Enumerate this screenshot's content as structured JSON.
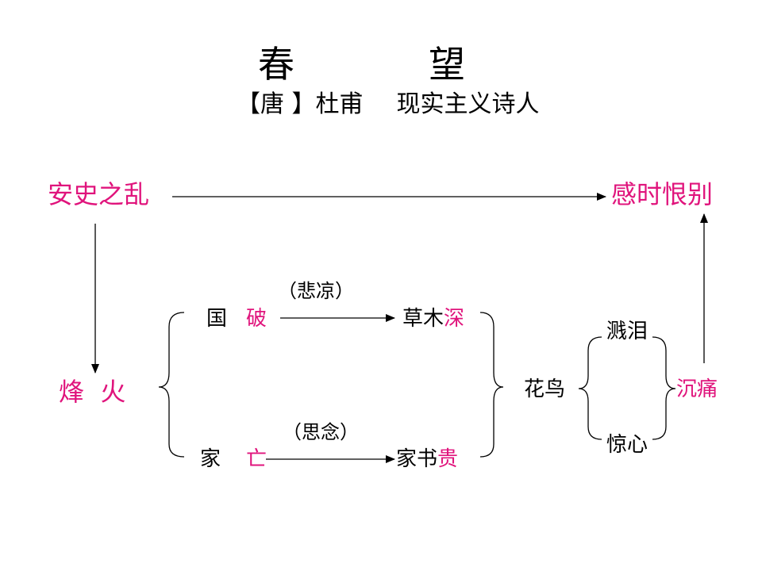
{
  "title": {
    "char1": "春",
    "char2": "望"
  },
  "subtitle": {
    "dynasty": "【唐 】",
    "author": "杜甫",
    "description": "现实主义诗人"
  },
  "nodes": {
    "cause": "安史之乱",
    "result": "感时恨别",
    "war": "烽  火",
    "country": "国",
    "broken": "破",
    "home": "家",
    "lost": "亡",
    "grass_prefix": "草木",
    "deep": "深",
    "letter_prefix": "家书",
    "precious": "贵",
    "emotion_sad": "（悲凉）",
    "emotion_miss": "（思念）",
    "flowers_birds": "花鸟",
    "tears": "溅泪",
    "startle": "惊心",
    "pain": "沉痛"
  },
  "colors": {
    "accent": "#e0147c",
    "text": "#000000"
  },
  "icons": [
    "arrow-right-icon",
    "arrow-down-icon",
    "arrow-up-icon",
    "brace-icon"
  ]
}
